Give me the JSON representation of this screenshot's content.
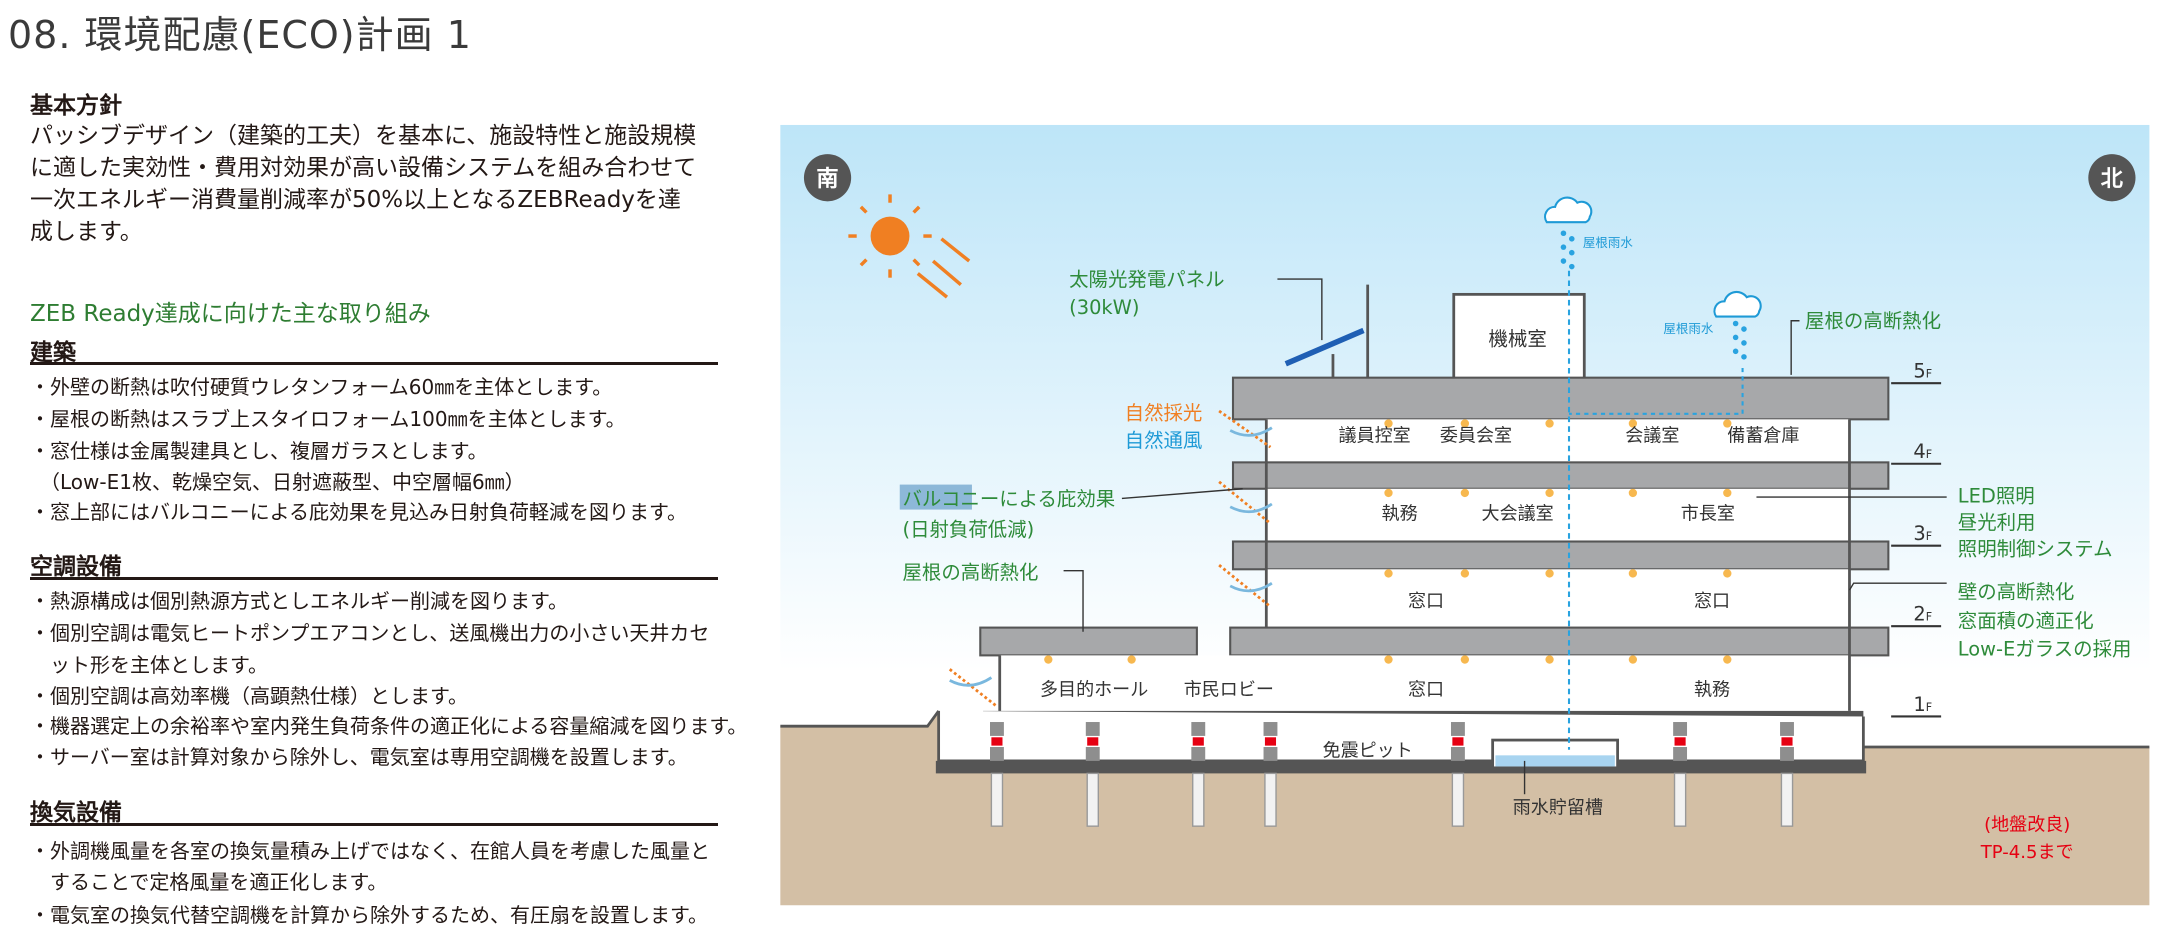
{
  "title": "08. 環境配慮(ECO)計画 1",
  "basic_policy": {
    "heading": "基本方針",
    "lines": [
      "パッシブデザイン（建築的工夫）を基本に、施設特性と施設規模",
      "に適した実効性・費用対効果が高い設備システムを組み合わせて",
      "一次エネルギー消費量削減率が50%以上となるZEBReadyを達",
      "成します。"
    ]
  },
  "zeb_heading": "ZEB Ready達成に向けた主な取り組み",
  "sections": [
    {
      "heading": "建築",
      "items": [
        "・外壁の断熱は吹付硬質ウレタンフォーム60㎜を主体とします。",
        "・屋根の断熱はスラブ上スタイロフォーム100㎜を主体とします。",
        "・窓仕様は金属製建具とし、複層ガラスとします。",
        "　（Low-E1枚、乾燥空気、日射遮蔽型、中空層幅6㎜）",
        "・窓上部にはバルコニーによる庇効果を見込み日射負荷軽減を図ります。"
      ]
    },
    {
      "heading": "空調設備",
      "items": [
        "・熱源構成は個別熱源方式としエネルギー削減を図ります。",
        "・個別空調は電気ヒートポンプエアコンとし、送風機出力の小さい天井カセ",
        "　ット形を主体とします。",
        "・個別空調は高効率機（高顕熱仕様）とします。",
        "・機器選定上の余裕率や室内発生負荷条件の適正化による容量縮減を図ります。",
        "・サーバー室は計算対象から除外し、電気室は専用空調機を設置します。"
      ]
    },
    {
      "heading": "換気設備",
      "items": [
        "・外調機風量を各室の換気量積み上げではなく、在館人員を考慮した風量と",
        "　することで定格風量を適正化します。",
        "・電気室の換気代替空調機を計算から除外するため、有圧扇を設置します。"
      ]
    }
  ],
  "diagram": {
    "south": "南",
    "north": "北",
    "roof_rain_1": "屋根雨水",
    "roof_rain_2": "屋根雨水",
    "solar_panel": "太陽光発電パネル",
    "solar_capacity": "(30kW)",
    "machine_room": "機械室",
    "roof_insulation_right": "屋根の高断熱化",
    "natural_light": "自然採光",
    "natural_ventilation": "自然通風",
    "balcony_highlight": "バルコニー",
    "balcony_rest": "による庇効果",
    "balcony_sub": "(日射負荷低減)",
    "roof_insulation_left": "屋根の高断熱化",
    "led": [
      "LED照明",
      "昼光利用",
      "照明制御システム"
    ],
    "wall": [
      "壁の高断熱化",
      "窓面積の適正化",
      "Low-Eガラスの採用"
    ],
    "floors": [
      "5",
      "4",
      "3",
      "2",
      "1"
    ],
    "floor_suffix": "F",
    "rooms_4f": [
      "議員控室",
      "委員会室",
      "会議室",
      "備蓄倉庫"
    ],
    "rooms_3f": [
      "執務",
      "大会議室",
      "市長室"
    ],
    "rooms_2f": [
      "窓口",
      "窓口"
    ],
    "rooms_1f": [
      "多目的ホール",
      "市民ロビー",
      "窓口",
      "執務"
    ],
    "seismic_pit": "免震ピット",
    "rain_tank": "雨水貯留槽",
    "ground_improvement": "(地盤改良)",
    "ground_depth": "TP-4.5まで",
    "colors": {
      "green": "#2e8b3a",
      "orange": "#f07f22",
      "blue": "#1e9ad6",
      "red": "#e60012",
      "slab": "#a7a8aa",
      "ground": "#d3bfa5"
    }
  }
}
